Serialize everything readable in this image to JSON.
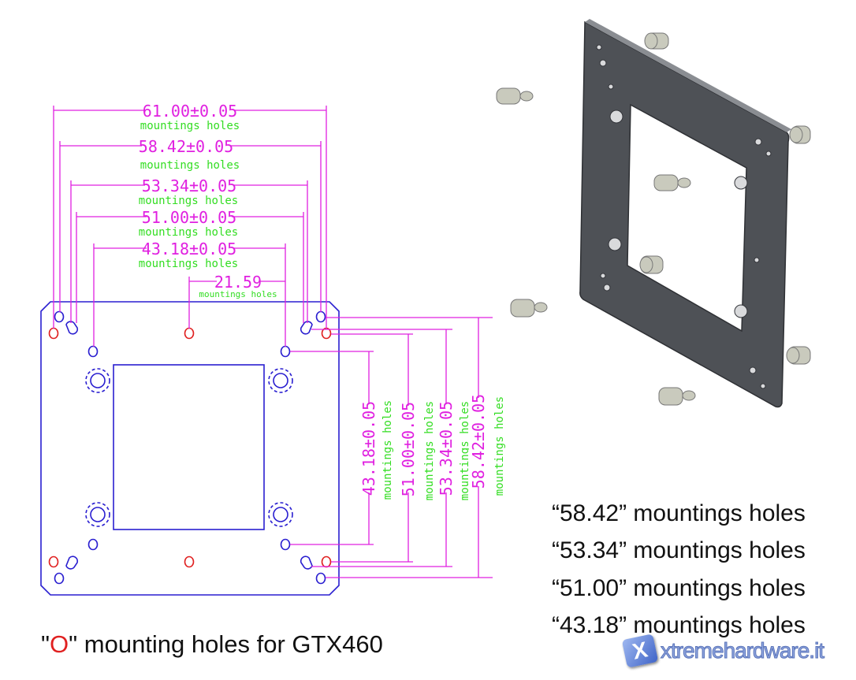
{
  "drawing": {
    "horizontal_dimensions": [
      {
        "value": "61.00±0.05",
        "note": "mountings holes"
      },
      {
        "value": "58.42±0.05",
        "note": "mountings holes"
      },
      {
        "value": "53.34±0.05",
        "note": "mountings holes"
      },
      {
        "value": "51.00±0.05",
        "note": "mountings holes"
      },
      {
        "value": "43.18±0.05",
        "note": "mountings holes"
      },
      {
        "value": "21.59",
        "note": "mountings holes"
      }
    ],
    "vertical_dimensions": [
      {
        "value": "43.18±0.05",
        "note": "mountings holes"
      },
      {
        "value": "51.00±0.05",
        "note": "mountings holes"
      },
      {
        "value": "53.34±0.05",
        "note": "mountings holes"
      },
      {
        "value": "58.42±0.05",
        "note": "mountings holes"
      }
    ],
    "colors": {
      "dimension": "#e020e0",
      "note": "#33dd22",
      "outline": "#2a1fd0",
      "gtx460_holes": "#e02020"
    }
  },
  "legend": [
    "“58.42” mountings holes",
    "“53.34” mountings holes",
    "“51.00” mountings holes",
    "“43.18” mountings holes"
  ],
  "caption": {
    "quote_open": "\"",
    "marker": "O",
    "rest": "\" mounting holes for GTX460"
  },
  "logo": {
    "text": "xtremehardware.it",
    "mark": "X"
  }
}
